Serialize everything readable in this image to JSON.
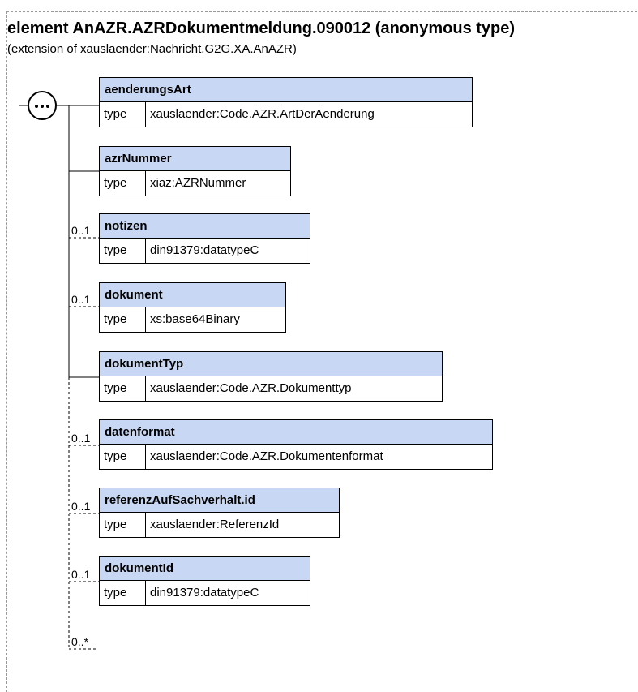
{
  "diagram": {
    "title": "element AnAZR.AZRDokumentmeldung.090012 (anonymous type)",
    "subtitle": "(extension of xauslaender:Nachricht.G2G.XA.AnAZR)",
    "type_label": "type",
    "sequence_icon": "sequence-compositor-icon",
    "elements": [
      {
        "name": "aenderungsArt",
        "type": "xauslaender:Code.AZR.ArtDerAenderung",
        "cardinality": ""
      },
      {
        "name": "azrNummer",
        "type": "xiaz:AZRNummer",
        "cardinality": ""
      },
      {
        "name": "notizen",
        "type": "din91379:datatypeC",
        "cardinality": "0..1"
      },
      {
        "name": "dokument",
        "type": "xs:base64Binary",
        "cardinality": "0..1"
      },
      {
        "name": "dokumentTyp",
        "type": "xauslaender:Code.AZR.Dokumenttyp",
        "cardinality": ""
      },
      {
        "name": "datenformat",
        "type": "xauslaender:Code.AZR.Dokumentenformat",
        "cardinality": "0..1"
      },
      {
        "name": "referenzAufSachverhalt.id",
        "type": "xauslaender:ReferenzId",
        "cardinality": "0..1"
      },
      {
        "name": "dokumentId",
        "type": "din91379:datatypeC",
        "cardinality": "0..1"
      }
    ],
    "trailing_cardinality": "0..*"
  }
}
